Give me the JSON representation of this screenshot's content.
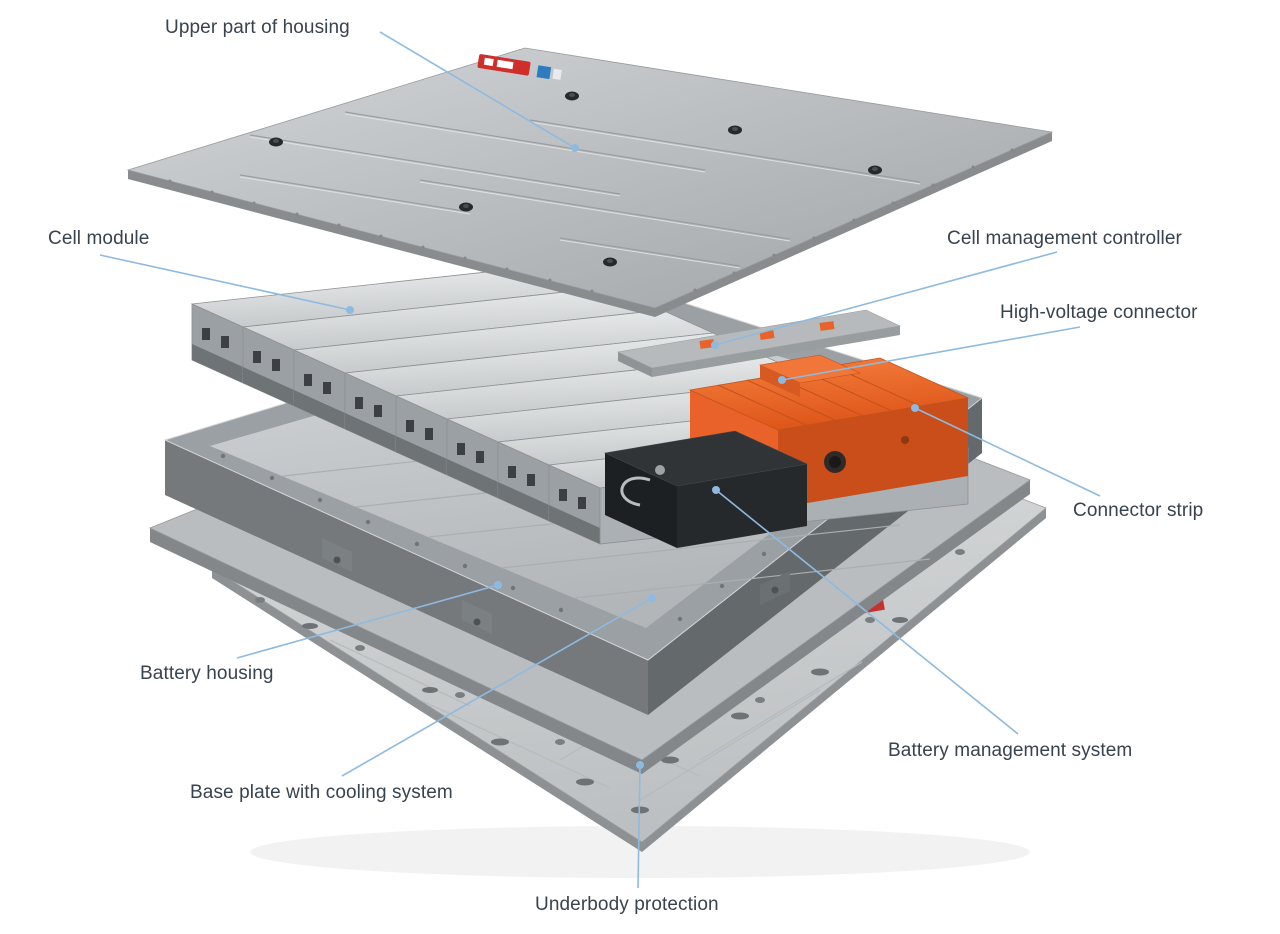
{
  "diagram": {
    "labels": [
      {
        "id": "upper-housing",
        "text": "Upper part of housing"
      },
      {
        "id": "cell-module",
        "text": "Cell module"
      },
      {
        "id": "cell-management-controller",
        "text": "Cell management controller"
      },
      {
        "id": "high-voltage-connector",
        "text": "High-voltage connector"
      },
      {
        "id": "connector-strip",
        "text": "Connector strip"
      },
      {
        "id": "battery-housing",
        "text": "Battery housing"
      },
      {
        "id": "base-plate",
        "text": "Base plate with cooling system"
      },
      {
        "id": "battery-management-system",
        "text": "Battery management system"
      },
      {
        "id": "underbody-protection",
        "text": "Underbody protection"
      }
    ],
    "colors": {
      "label_text": "#37434e",
      "leader_line": "#8fbadf",
      "accent_orange": "#e8622a",
      "metal_light": "#d2d5d7",
      "metal_mid": "#aaaeb1",
      "metal_dark": "#6f7477",
      "background": "#ffffff"
    }
  }
}
